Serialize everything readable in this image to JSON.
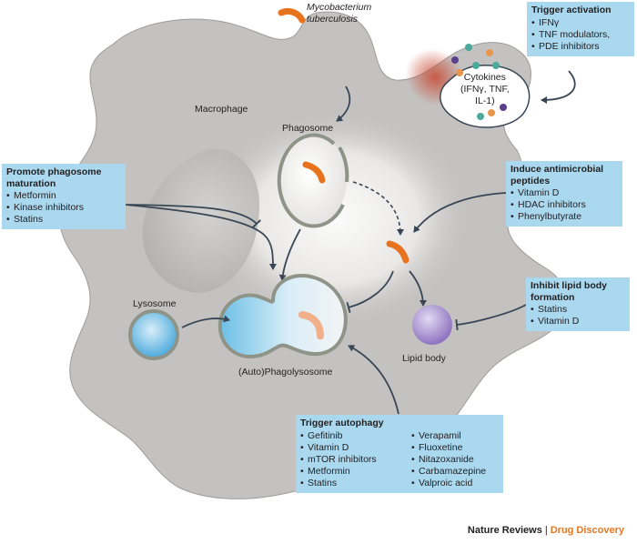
{
  "labels": {
    "bacterium": "Mycobacterium\ntuberculosis",
    "macrophage": "Macrophage",
    "phagosome": "Phagosome",
    "lysosome": "Lysosome",
    "phagolysosome": "(Auto)Phagolysosome",
    "lipid_body": "Lipid body",
    "cytokines_1": "Cytokines",
    "cytokines_2": "(IFNγ, TNF,",
    "cytokines_3": "IL-1)"
  },
  "boxes": {
    "trigger_activation": {
      "title": "Trigger activation",
      "items": [
        "IFNγ",
        "TNF modulators,",
        "PDE inhibitors"
      ]
    },
    "promote_maturation": {
      "title": "Promote phagosome\nmaturation",
      "items": [
        "Metformin",
        "Kinase inhibitors",
        "Statins"
      ]
    },
    "antimicrobial": {
      "title": "Induce antimicrobial\npeptides",
      "items": [
        "Vitamin D",
        "HDAC inhibitors",
        "Phenylbutyrate"
      ]
    },
    "lipid_body": {
      "title": "Inhibit lipid body\nformation",
      "items": [
        "Statins",
        "Vitamin D"
      ]
    },
    "autophagy": {
      "title": "Trigger autophagy",
      "items_left": [
        "Gefitinib",
        "Vitamin D",
        "mTOR inhibitors",
        "Metformin",
        "Statins"
      ],
      "items_right": [
        "Verapamil",
        "Fluoxetine",
        "Nitazoxanide",
        "Carbamazepine",
        "Valproic acid"
      ]
    }
  },
  "footer": {
    "publisher": "Nature Reviews",
    "separator": "|",
    "journal": "Drug Discovery"
  },
  "colors": {
    "cell": "#c4c2c0",
    "box": "#a9d8ef",
    "bacterium": "#e8731e",
    "lysosome": "#5db4e0",
    "lipid_body": "#9d86c9",
    "journal": "#e87722"
  }
}
